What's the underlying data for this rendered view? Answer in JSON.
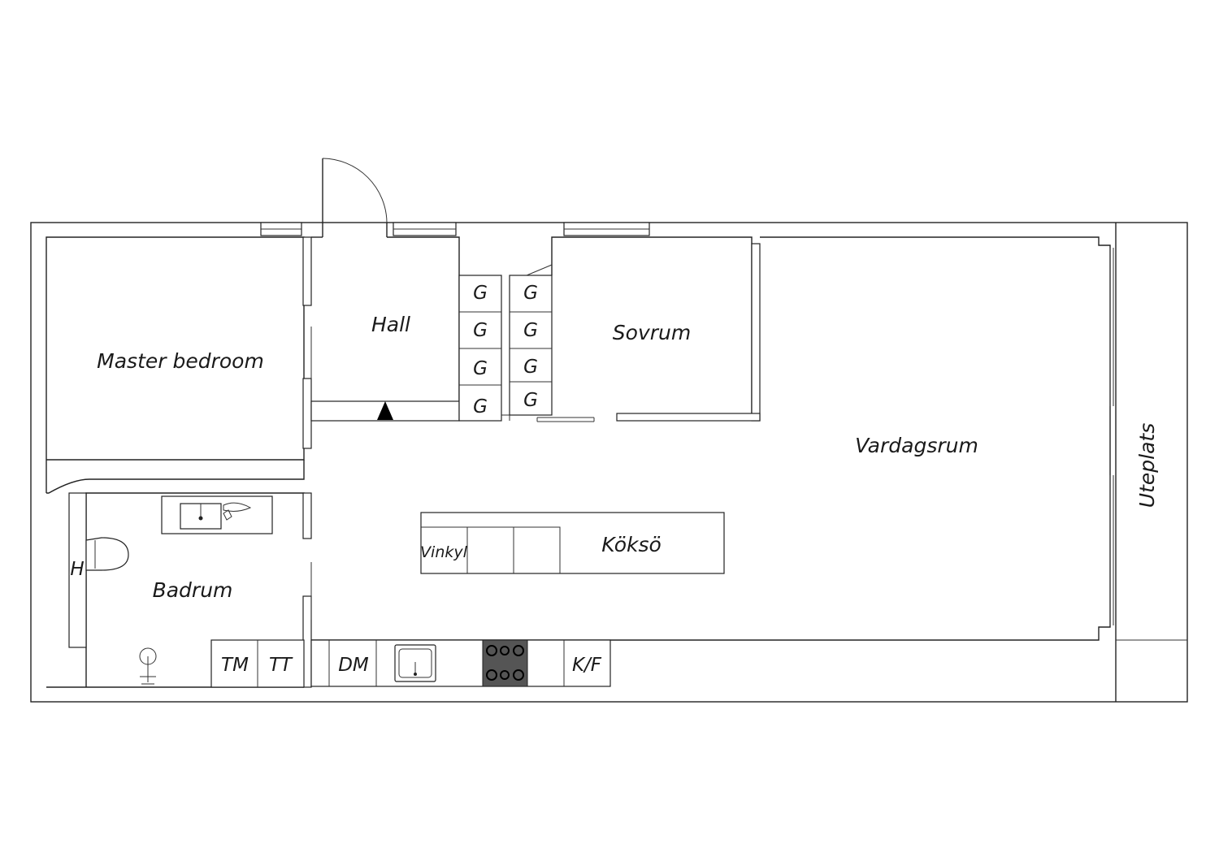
{
  "rooms": {
    "hall": "Hall",
    "master_bedroom": "Master bedroom",
    "sovrum": "Sovrum",
    "vardagsrum": "Vardagsrum",
    "badrum": "Badrum",
    "uteplats": "Uteplats",
    "koksö": "Köksö"
  },
  "fixtures": {
    "wardrobe": "G",
    "wine_fridge": "Vinkyl",
    "heater": "H",
    "washing_machine": "TM",
    "dryer": "TT",
    "dishwasher": "DM",
    "fridge_freezer": "K/F"
  },
  "colors": {
    "line": "#222222",
    "stove": "#555555"
  }
}
